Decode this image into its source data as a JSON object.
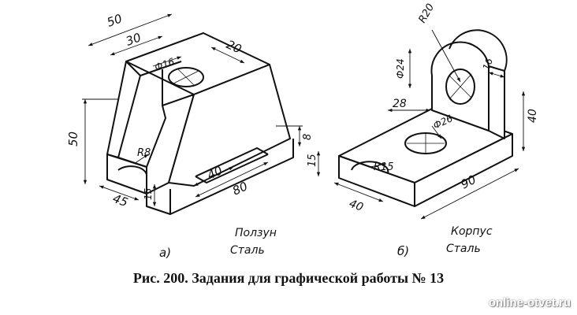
{
  "figure_a": {
    "dims": [
      "50",
      "30",
      "20",
      "Ф16",
      "50",
      "R8",
      "15",
      "45",
      "40",
      "80",
      "8"
    ],
    "name": "Ползун",
    "material": "Сталь",
    "letter": "а)"
  },
  "figure_b": {
    "dims": [
      "R20",
      "Ф24",
      "16",
      "28",
      "Ф26",
      "40",
      "15",
      "R15",
      "40",
      "90"
    ],
    "name": "Корпус",
    "material": "Сталь",
    "letter": "б)"
  },
  "caption": "Рис. 200. Задания для графической работы № 13",
  "watermark": "online-otvet.ru"
}
